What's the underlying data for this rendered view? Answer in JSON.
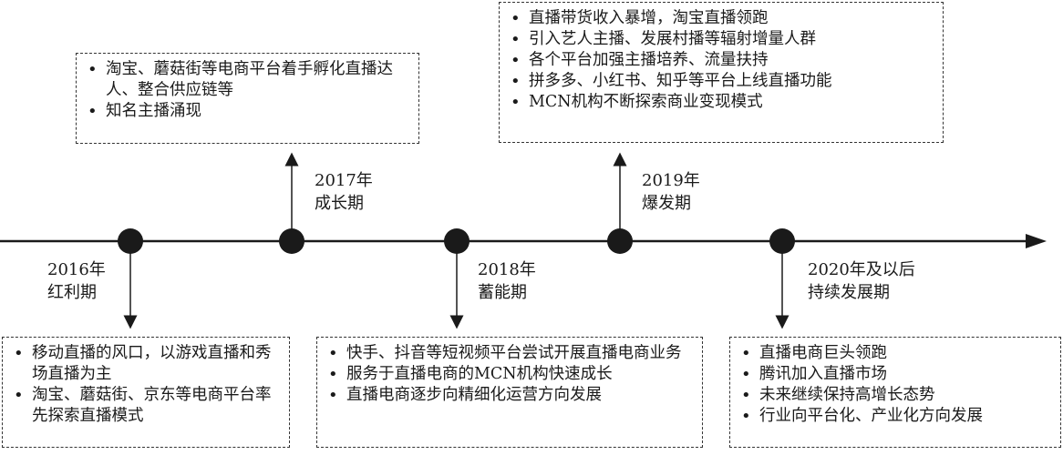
{
  "stages": [
    {
      "year": "2016年",
      "phase": "红利期",
      "items": [
        "移动直播的风口，以游戏直播和秀场直播为主",
        "淘宝、蘑菇街、京东等电商平台率先探索直播模式"
      ]
    },
    {
      "year": "2017年",
      "phase": "成长期",
      "items": [
        "淘宝、蘑菇街等电商平台着手孵化直播达人、整合供应链等",
        "知名主播涌现"
      ]
    },
    {
      "year": "2018年",
      "phase": "蓄能期",
      "items": [
        "快手、抖音等短视频平台尝试开展直播电商业务",
        "服务于直播电商的MCN机构快速成长",
        "直播电商逐步向精细化运营方向发展"
      ]
    },
    {
      "year": "2019年",
      "phase": "爆发期",
      "items": [
        "直播带货收入暴增，淘宝直播领跑",
        "引入艺人主播、发展村播等辐射增量人群",
        "各个平台加强主播培养、流量扶持",
        "拼多多、小红书、知乎等平台上线直播功能",
        "MCN机构不断探索商业变现模式"
      ]
    },
    {
      "year": "2020年及以后",
      "phase": "持续发展期",
      "items": [
        "直播电商巨头领跑",
        "腾讯加入直播市场",
        "未来继续保持高增长态势",
        "行业向平台化、产业化方向发展"
      ]
    }
  ]
}
